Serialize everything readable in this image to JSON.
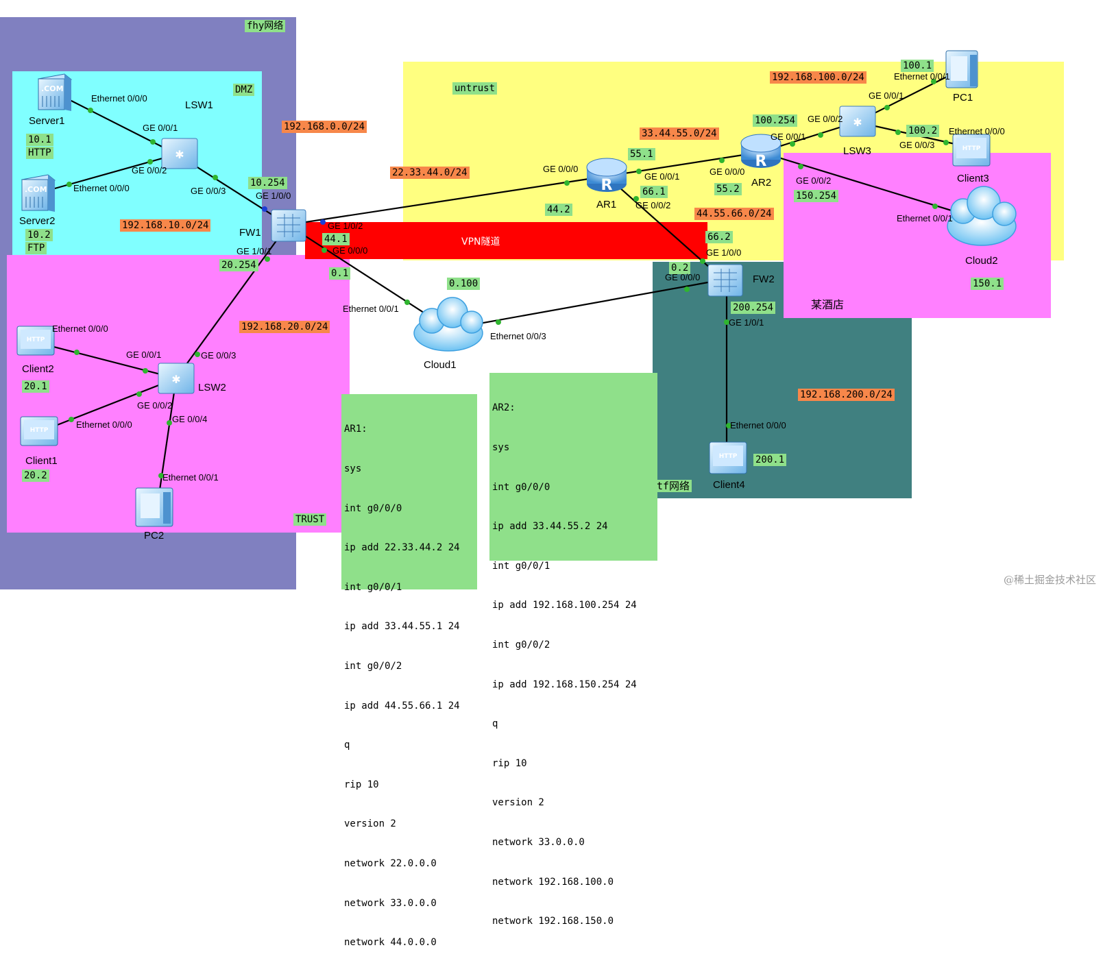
{
  "zones": {
    "fhy": "fhy网络",
    "dmz": "DMZ",
    "untrust": "untrust",
    "trust": "TRUST",
    "hotel": "某酒店",
    "tf": "tf网络",
    "vpn": "VPN隧道"
  },
  "colors": {
    "fhy": "#8080c0",
    "dmz": "#80ffff",
    "trust": "#ff80ff",
    "untrust": "#ffff80",
    "hotel": "#ff80ff",
    "tf": "#408080",
    "vpn": "#ff0000",
    "green": "#8fe08a",
    "orange": "#f7874a"
  },
  "devices": {
    "server1": "Server1",
    "server2": "Server2",
    "lsw1": "LSW1",
    "fw1": "FW1",
    "lsw2": "LSW2",
    "client1": "Client1",
    "client2": "Client2",
    "pc2": "PC2",
    "ar1": "AR1",
    "ar2": "AR2",
    "lsw3": "LSW3",
    "pc1": "PC1",
    "client3": "Client3",
    "cloud1": "Cloud1",
    "cloud2": "Cloud2",
    "fw2": "FW2",
    "client4": "Client4"
  },
  "subnets": {
    "s10": "192.168.10.0/24",
    "s0": "192.168.0.0/24",
    "s20": "192.168.20.0/24",
    "s22": "22.33.44.0/24",
    "s33": "33.44.55.0/24",
    "s100": "192.168.100.0/24",
    "s44": "44.55.66.0/24",
    "s200": "192.168.200.0/24"
  },
  "addresses": {
    "a10_1": "10.1",
    "http": "HTTP",
    "a10_2": "10.2",
    "ftp": "FTP",
    "a10_254": "10.254",
    "a20_254": "20.254",
    "a20_1": "20.1",
    "a20_2": "20.2",
    "a44_1": "44.1",
    "a0_1": "0.1",
    "a0_100": "0.100",
    "a44_2": "44.2",
    "a55_1": "55.1",
    "a66_1": "66.1",
    "a55_2": "55.2",
    "a66_2": "66.2",
    "a100_254": "100.254",
    "a100_1": "100.1",
    "a100_2": "100.2",
    "a150_254": "150.254",
    "a150_1": "150.1",
    "a0_2": "0.2",
    "a200_254": "200.254",
    "a200_1": "200.1"
  },
  "ports": {
    "p1": "Ethernet 0/0/0",
    "p2": "GE 0/0/1",
    "p3": "GE 0/0/2",
    "p4": "Ethernet 0/0/0",
    "p5": "GE 0/0/3",
    "p6": "GE 1/0/0",
    "p7": "GE 1/0/1",
    "p8": "GE 1/0/2",
    "p9": "GE 0/0/0",
    "p10": "Ethernet 0/0/0",
    "p11": "GE 0/0/1",
    "p12": "GE 0/0/3",
    "p13": "Ethernet 0/0/0",
    "p14": "GE 0/0/2",
    "p15": "GE 0/0/4",
    "p16": "Ethernet 0/0/1",
    "p17": "Ethernet 0/0/1",
    "p18": "Ethernet 0/0/3",
    "p19": "GE 0/0/0",
    "p20": "GE 0/0/1",
    "p21": "GE 0/0/2",
    "p22": "GE 0/0/0",
    "p23": "GE 0/0/1",
    "p24": "GE 0/0/2",
    "p25": "GE 0/0/2",
    "p26": "GE 0/0/1",
    "p27": "Ethernet 0/0/1",
    "p28": "GE 0/0/3",
    "p29": "Ethernet 0/0/0",
    "p30": "Ethernet 0/0/1",
    "p31": "GE 1/0/0",
    "p32": "GE 0/0/0",
    "p33": "GE 1/0/1",
    "p34": "Ethernet 0/0/0"
  },
  "ar1_config": [
    "AR1:",
    "sys",
    "int g0/0/0",
    "ip add 22.33.44.2 24",
    "int g0/0/1",
    "ip add 33.44.55.1 24",
    "int g0/0/2",
    "ip add 44.55.66.1 24",
    "q",
    "rip 10",
    "version 2",
    "network 22.0.0.0",
    "network 33.0.0.0",
    "network 44.0.0.0"
  ],
  "ar2_config": [
    "AR2:",
    "sys",
    "int g0/0/0",
    "ip add 33.44.55.2 24",
    "int g0/0/1",
    "ip add 192.168.100.254 24",
    "int g0/0/2",
    "ip add 192.168.150.254 24",
    "q",
    "rip 10",
    "version 2",
    "network 33.0.0.0",
    "network 192.168.100.0",
    "network 192.168.150.0"
  ],
  "icons": {
    "com": ".COM",
    "http": "HTTP",
    "router": "R"
  },
  "watermark": "@稀土掘金技术社区"
}
